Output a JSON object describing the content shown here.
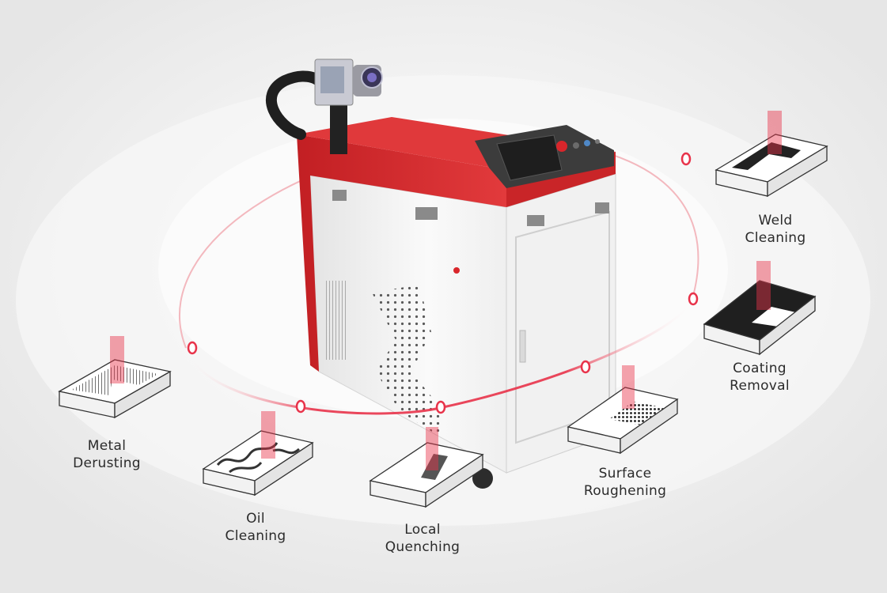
{
  "applications": [
    {
      "id": "metal-derusting",
      "line1": "Metal",
      "line2": "Derusting"
    },
    {
      "id": "oil-cleaning",
      "line1": "Oil",
      "line2": "Cleaning"
    },
    {
      "id": "local-quenching",
      "line1": "Local",
      "line2": "Quenching"
    },
    {
      "id": "surface-roughening",
      "line1": "Surface",
      "line2": "Roughening"
    },
    {
      "id": "coating-removal",
      "line1": "Coating",
      "line2": "Removal"
    },
    {
      "id": "weld-cleaning",
      "line1": "Weld",
      "line2": "Cleaning"
    }
  ],
  "colors": {
    "background": "#ececec",
    "machine_red": "#d0282c",
    "machine_white": "#f4f4f4",
    "laser": "#e8334a",
    "text": "#2b2b2b"
  }
}
